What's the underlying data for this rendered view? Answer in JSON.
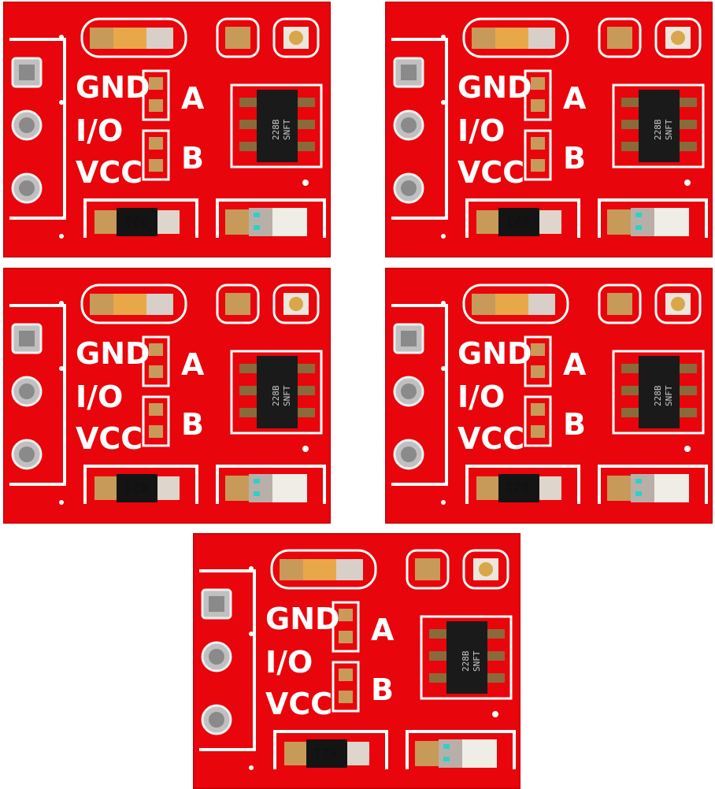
{
  "image": {
    "description_items": [
      "ttp223-board",
      "ttp223-board",
      "ttp223-board",
      "ttp223-board",
      "ttp223-board"
    ],
    "colors": {
      "pcb": "#e8050b",
      "pcb_dark": "#c80008",
      "silkscreen": "#ffffff",
      "pad": "#c79a5a",
      "chip": "#1a1a1a",
      "capacitor": "#e8a84a",
      "led_green": "#2fd0c8"
    }
  },
  "boards": [
    {
      "labels": {
        "gnd": "GND",
        "io": "I/O",
        "vcc": "VCC",
        "jumper_a": "A",
        "jumper_b": "B"
      },
      "chip_marking": [
        "228B",
        "SNFT"
      ],
      "resistor_marking": "821"
    },
    {
      "labels": {
        "gnd": "GND",
        "io": "I/O",
        "vcc": "VCC",
        "jumper_a": "A",
        "jumper_b": "B"
      },
      "chip_marking": [
        "228B",
        "SNFT"
      ],
      "resistor_marking": "821"
    },
    {
      "labels": {
        "gnd": "GND",
        "io": "I/O",
        "vcc": "VCC",
        "jumper_a": "A",
        "jumper_b": "B"
      },
      "chip_marking": [
        "228B",
        "SNFT"
      ],
      "resistor_marking": "821"
    },
    {
      "labels": {
        "gnd": "GND",
        "io": "I/O",
        "vcc": "VCC",
        "jumper_a": "A",
        "jumper_b": "B"
      },
      "chip_marking": [
        "228B",
        "SNFT"
      ],
      "resistor_marking": "821"
    },
    {
      "labels": {
        "gnd": "GND",
        "io": "I/O",
        "vcc": "VCC",
        "jumper_a": "A",
        "jumper_b": "B"
      },
      "chip_marking": [
        "228B",
        "SNFT"
      ],
      "resistor_marking": "821"
    }
  ]
}
